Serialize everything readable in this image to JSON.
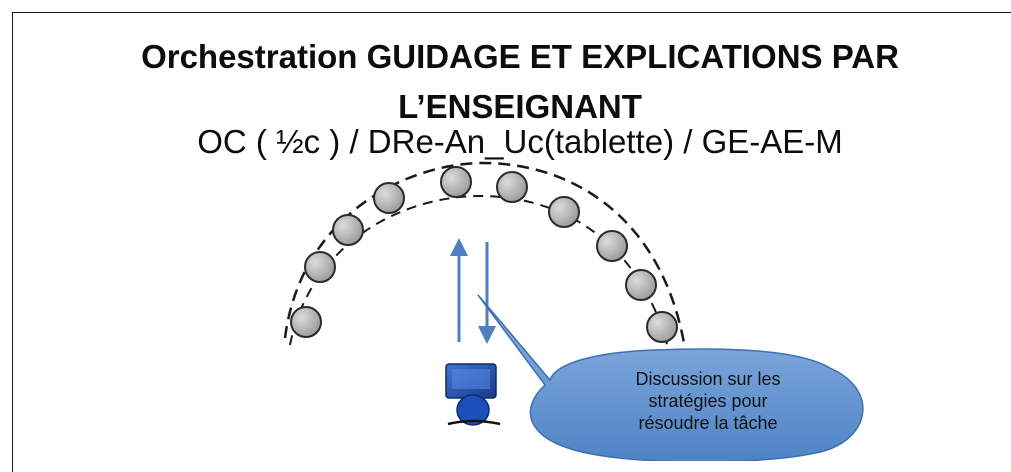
{
  "title": {
    "line1": "Orchestration GUIDAGE ET EXPLICATIONS PAR",
    "line2": "L’ENSEIGNANT"
  },
  "subtitle": "OC ( ½c ) / DRe-An_Uc(tablette) / GE-AE-M",
  "bubble": {
    "line1": "Discussion sur les",
    "line2": "stratégies pour",
    "line3": "résoudre la tâche"
  },
  "colors": {
    "student": "#a8a8a8",
    "arrow": "#4f7fbf",
    "bubble": "#5b8fce",
    "teacher_body": "#1d4fb8",
    "tablet": "#1f4fa8"
  },
  "icons": {
    "students": "student-circle-icon",
    "teacher": "teacher-icon",
    "tablet": "tablet-icon"
  }
}
